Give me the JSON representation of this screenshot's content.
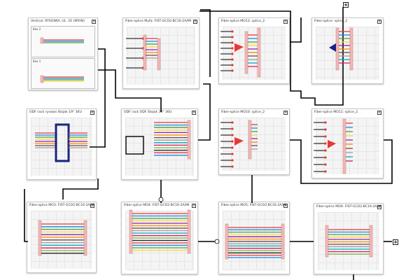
{
  "panels": {
    "p_vertical": {
      "title": "Vertical: RYSOWIA, UL. 20 (9PON)",
      "box2": "Box 2",
      "box1": "Box 1"
    },
    "p_mufa": {
      "title": "Fiber-splice Mufa: FIST-GCO2-BC16-2A/IM"
    },
    "p_mo13": {
      "title": "Fiber-splice MO13: splice_2"
    },
    "p_splice2": {
      "title": "Fiber-splice: splice_2"
    },
    "p_odf_rysowa": {
      "title": "ODF rack rysowa Stojak 19\" 36U"
    },
    "p_odf_rack": {
      "title": "ODF rack ODF Stojak 19\" 36U"
    },
    "p_mo10": {
      "title": "Fiber-splice MO10: splice_2"
    },
    "p_mo11": {
      "title": "Fiber-splice MO11: splice_2"
    },
    "p_mo3": {
      "title": "Fiber-splice MO3: FIST-GCO2-BC16-2A/IM"
    },
    "p_mo4": {
      "title": "Fiber-splice MO4: FIST-GCO2-BC16-2A/IM"
    },
    "p_mo5": {
      "title": "Fiber-splice MO5: FIST-GCO2-BC16-2A/IM"
    },
    "p_mo6": {
      "title": "Fiber-splice MO6: FIST-GCO2-BC16-2A/IM"
    }
  },
  "icons": {
    "close": "close-icon",
    "expand": "plus-icon"
  },
  "symbols": {
    "close": "×",
    "expand": "+",
    "junction": "○"
  },
  "colors": {
    "connector": "#f0b8b8",
    "fiber_colors": [
      "#e53935",
      "#1e88e5",
      "#43a047",
      "#fdd835",
      "#8e24aa",
      "#fb8c00",
      "#6d4c41",
      "#9e9e9e",
      "#00acc1",
      "#d81b60",
      "#7cb342",
      "#212121"
    ],
    "accent_blue": "#1a237e",
    "route_line": "#000000"
  }
}
